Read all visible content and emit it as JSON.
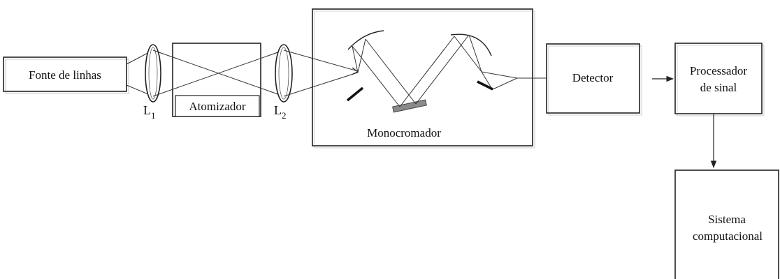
{
  "blocks": {
    "source": "Fonte de linhas",
    "atomizer": "Atomizador",
    "monochromator": "Monocromador",
    "detector": "Detector",
    "processor_line1": "Processador",
    "processor_line2": "de sinal",
    "computer_line1": "Sistema",
    "computer_line2": "computacional"
  },
  "lenses": {
    "l1_letter": "L",
    "l1_sub": "1",
    "l2_letter": "L",
    "l2_sub": "2"
  }
}
